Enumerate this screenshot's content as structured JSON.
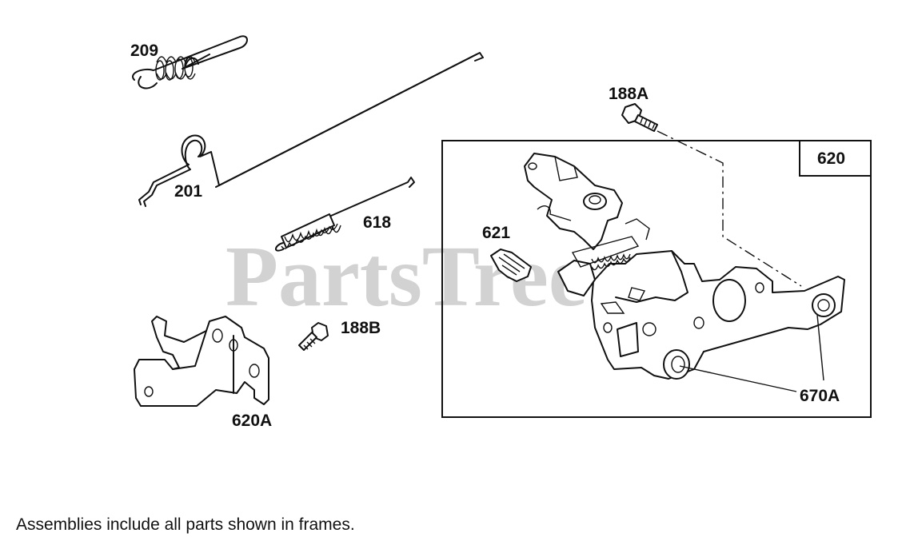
{
  "watermark": "PartsTree",
  "frame_label": "620",
  "callouts": {
    "p209": "209",
    "p201": "201",
    "p618": "618",
    "p188A": "188A",
    "p621": "621",
    "p188B": "188B",
    "p620A": "620A",
    "p670A": "670A"
  },
  "footnote": "Assemblies include all parts shown in frames."
}
